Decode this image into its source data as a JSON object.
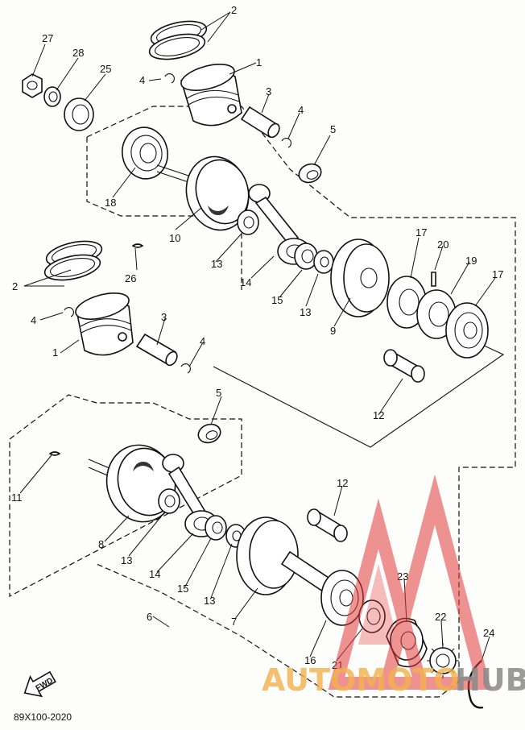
{
  "diagram": {
    "drawing_code": "89X100-2020",
    "forward_marker": "FWD",
    "callouts": {
      "piston_ring_set": "2",
      "piston": "1",
      "piston_pin": "3",
      "pin_clip": "4",
      "bearing_small": "5",
      "nut": "27",
      "washer": "28",
      "oil_seal_left": "25",
      "bearing_left": "18",
      "crank_wheel_upper": "10",
      "key_upper": "26",
      "thrust_washer": "13",
      "connecting_rod": "14",
      "crank_pin_bearing": "15",
      "crank_wheel_middle": "9",
      "center_bearing": "17",
      "collar": "20",
      "labyrinth_seal": "19",
      "crank_pin": "12",
      "key_lower": "11",
      "crank_wheel_lower": "8",
      "crank_wheel_right": "7",
      "crankshaft_assy": "6",
      "bearing_right": "16",
      "spacer": "21",
      "oil_seal_right": "23",
      "gear": "22",
      "circlip": "24"
    }
  },
  "watermark": {
    "text_left": "AUTOMOTO",
    "text_right": "HUB"
  }
}
